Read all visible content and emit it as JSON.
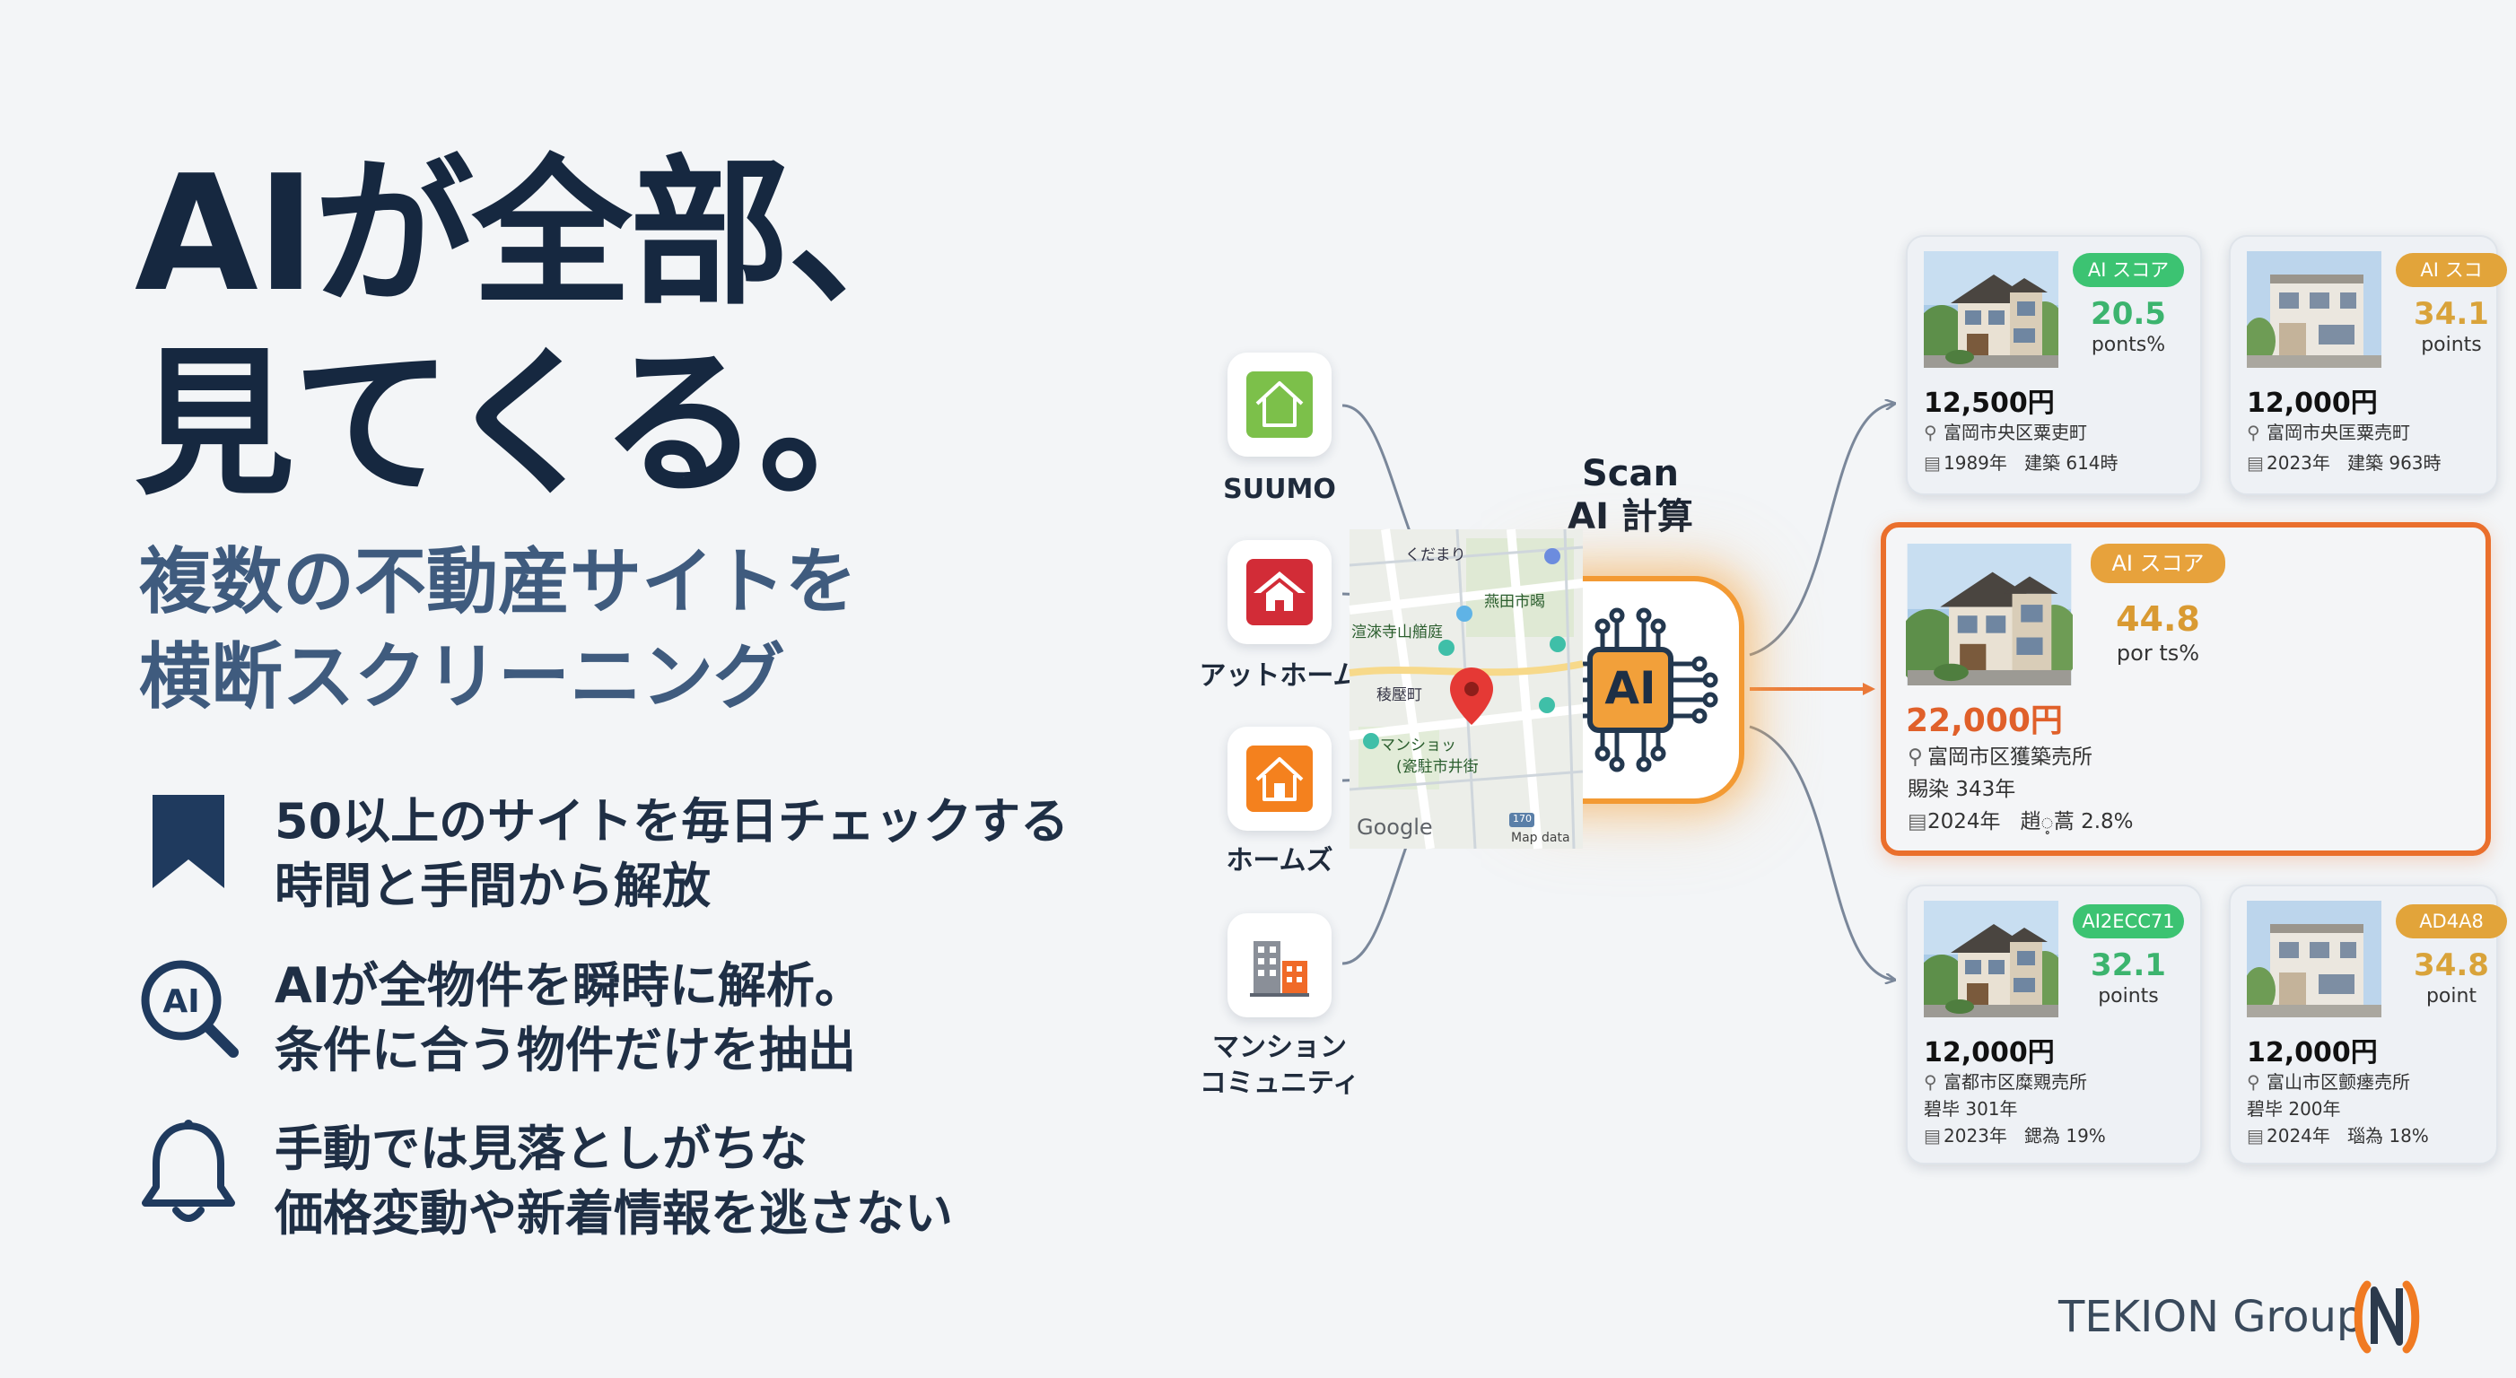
{
  "headline": {
    "line1": "AIが全部、",
    "line2": "見てくる。"
  },
  "subheadline": {
    "line1": "複数の不動産サイトを",
    "line2": "横断スクリーニング"
  },
  "features": [
    {
      "icon": "bookmark-icon",
      "line1": "50以上のサイトを毎日チェックする",
      "line2": "時間と手間から解放"
    },
    {
      "icon": "ai-search-icon",
      "line1": "AIが全物件を瞬時に解析。",
      "line2": "条件に合う物件だけを抽出"
    },
    {
      "icon": "bell-icon",
      "line1": "手動では見落としがちな",
      "line2": "価格変動や新着情報を逃さない"
    }
  ],
  "sources": [
    {
      "name": "SUUMO",
      "icon": "house-icon",
      "color": "#7cc04a"
    },
    {
      "name": "アットホーム",
      "icon": "house-icon",
      "color": "#d22c37"
    },
    {
      "name": "ホームズ",
      "icon": "house-icon",
      "color": "#f4811e"
    },
    {
      "name_line1": "マンション",
      "name_line2": "コミュニティ",
      "icon": "building-icon",
      "color": "#f06a28"
    }
  ],
  "scan": {
    "line1": "Scan",
    "line2": "AI 計算",
    "chip_label": "AI"
  },
  "cards": [
    {
      "badge": "AI スコア",
      "badge_color": "#3cc372",
      "score": "20.5",
      "score_color": "#3cb46e",
      "unit": "ponts%",
      "price": "12,500円",
      "address": "富岡市央区粟吏町",
      "year": "1989年",
      "extra": "建築 614時"
    },
    {
      "badge": "AI スコ",
      "badge_color": "#e2a43a",
      "score": "34.1",
      "score_color": "#d9a33a",
      "unit": "points",
      "price": "12,000円",
      "address": "富岡市央匡粟売町",
      "year": "2023年",
      "extra": "建築 963時"
    },
    {
      "badge": "AI スコア",
      "badge_color": "#e7a23c",
      "score": "44.8",
      "score_color": "#d99a32",
      "unit": "por ts%",
      "price": "22,000円",
      "address": "富岡市区獲築売所",
      "detail": "賜染 343年",
      "year": "2024年",
      "extra": "趙့蒿 2.8%"
    },
    {
      "badge": "AI2ECC71",
      "badge_color": "#3cc372",
      "score": "32.1",
      "score_color": "#3cb46e",
      "unit": "points",
      "price": "12,000円",
      "address": "富都市区糜覭売所",
      "detail": "碧毕 301年",
      "year": "2023年",
      "extra": "鍶為 19%"
    },
    {
      "badge": "AD4A8",
      "badge_color": "#e2a43a",
      "score": "34.8",
      "score_color": "#d9a33a",
      "unit": "point",
      "price": "12,000円",
      "address": "富山市区颤瘗売所",
      "detail": "碧毕 200年",
      "year": "2024年",
      "extra": "瑙為 18%"
    }
  ],
  "map": {
    "labels": [
      "くだまり",
      "燕田市暍",
      "渲淶寺山艏庭",
      "稜壓町",
      "マンショッ",
      "(瓷駐市井街",
      "170"
    ],
    "attribution": "Google",
    "footnote": "Map data"
  },
  "brand": {
    "name": "TEKION Group",
    "mark_color": "#f07a22"
  }
}
